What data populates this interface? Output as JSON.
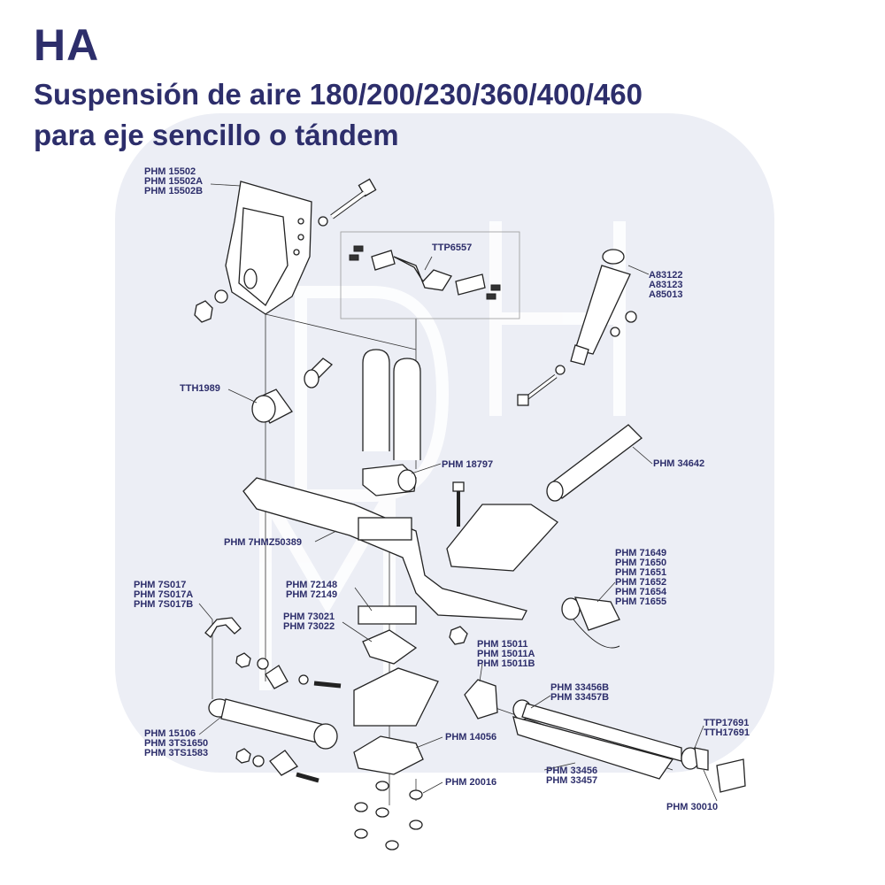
{
  "header": {
    "title": "HA",
    "subtitle_line1": "Suspensión de aire 180/200/230/360/400/460",
    "subtitle_line2": "para eje sencillo o tándem"
  },
  "watermark": {
    "text": "DHM",
    "color": "#eceef5"
  },
  "colors": {
    "title": "#2d2e6b",
    "labels": "#2d2e6b",
    "line_art": "#222222"
  },
  "labels": {
    "hanger": [
      "PHM 15502",
      "PHM 15502A",
      "PHM 15502B"
    ],
    "ttp6557": [
      "TTP6557"
    ],
    "shock": [
      "A83122",
      "A83123",
      "A85013"
    ],
    "tth1989": [
      "TTH1989"
    ],
    "phm18797": [
      "PHM 18797"
    ],
    "phm34642": [
      "PHM 34642"
    ],
    "beam": [
      "PHM 7HMZ50389"
    ],
    "bushings": [
      "PHM 71649",
      "PHM 71650",
      "PHM 71651",
      "PHM 71652",
      "PHM 71654",
      "PHM 71655"
    ],
    "clip": [
      "PHM 7S017",
      "PHM 7S017A",
      "PHM 7S017B"
    ],
    "pad72148": [
      "PHM 72148",
      "PHM 72149"
    ],
    "seat73021": [
      "PHM 73021",
      "PHM 73022"
    ],
    "bracket15011": [
      "PHM 15011",
      "PHM 15011A",
      "PHM 15011B"
    ],
    "rod33456b": [
      "PHM 33456B",
      "PHM 33457B"
    ],
    "torque15106": [
      "PHM 15106",
      "PHM 3TS1650",
      "PHM 3TS1583"
    ],
    "plate14056": [
      "PHM 14056"
    ],
    "tube33456": [
      "PHM 33456",
      "PHM 33457"
    ],
    "ttp17691": [
      "TTP17691",
      "TTH17691"
    ],
    "phm20016": [
      "PHM 20016"
    ],
    "phm30010": [
      "PHM 30010"
    ]
  }
}
